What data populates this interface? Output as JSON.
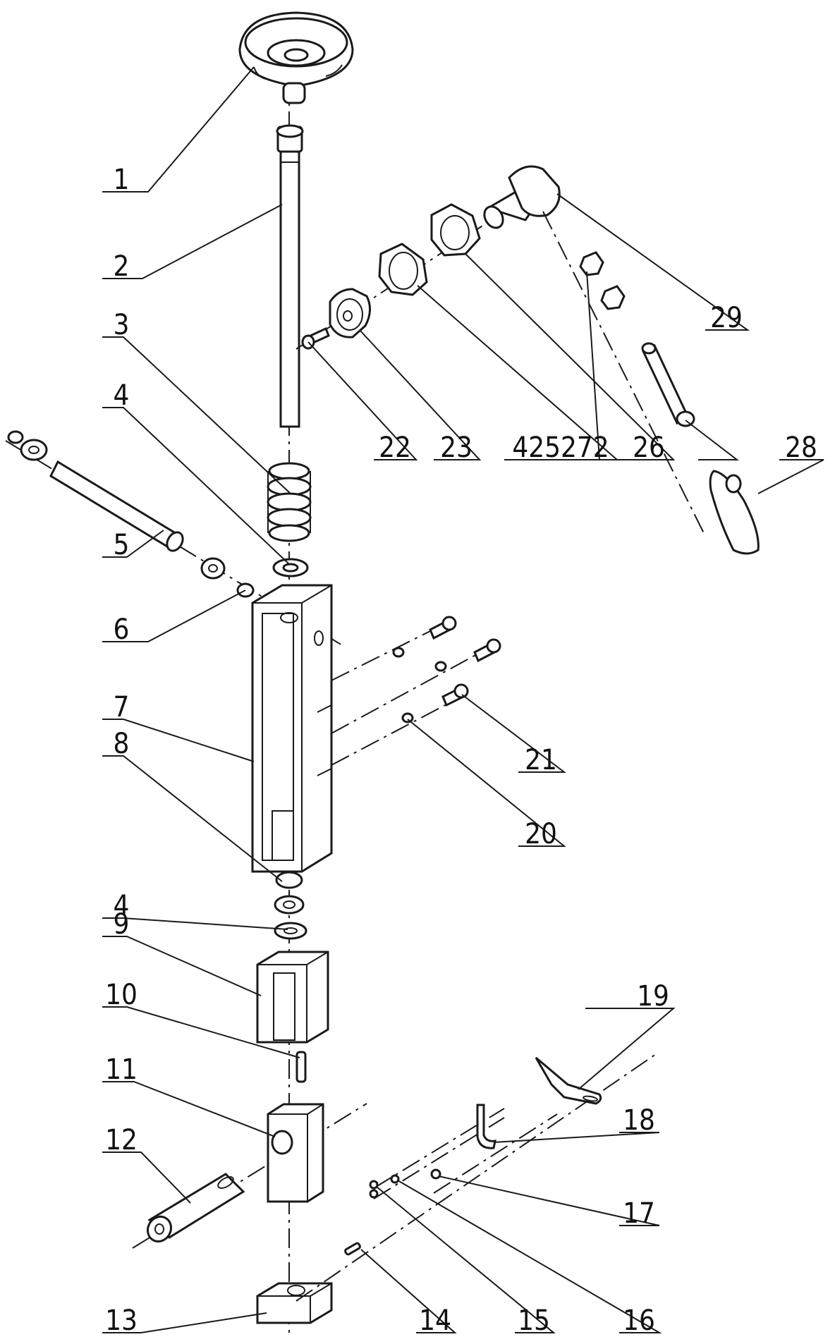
{
  "callouts": [
    {
      "id": "1",
      "text": "1"
    },
    {
      "id": "2",
      "text": "2"
    },
    {
      "id": "3",
      "text": "3"
    },
    {
      "id": "4a",
      "text": "4"
    },
    {
      "id": "5",
      "text": "5"
    },
    {
      "id": "6",
      "text": "6"
    },
    {
      "id": "7",
      "text": "7"
    },
    {
      "id": "8",
      "text": "8"
    },
    {
      "id": "4b",
      "text": "4"
    },
    {
      "id": "9",
      "text": "9"
    },
    {
      "id": "10",
      "text": "10"
    },
    {
      "id": "11",
      "text": "11"
    },
    {
      "id": "12",
      "text": "12"
    },
    {
      "id": "13",
      "text": "13"
    },
    {
      "id": "14",
      "text": "14"
    },
    {
      "id": "15",
      "text": "15"
    },
    {
      "id": "16",
      "text": "16"
    },
    {
      "id": "17",
      "text": "17"
    },
    {
      "id": "18",
      "text": "18"
    },
    {
      "id": "19",
      "text": "19"
    },
    {
      "id": "20",
      "text": "20"
    },
    {
      "id": "21",
      "text": "21"
    },
    {
      "id": "22",
      "text": "22"
    },
    {
      "id": "23",
      "text": "23"
    },
    {
      "id": "24-25-27",
      "text": "425272"
    },
    {
      "id": "26",
      "text": "26"
    },
    {
      "id": "28",
      "text": "28"
    },
    {
      "id": "29",
      "text": "29"
    }
  ]
}
